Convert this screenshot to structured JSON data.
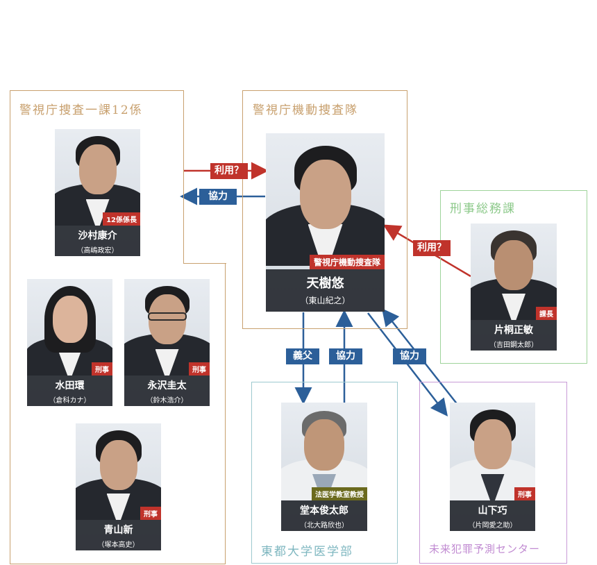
{
  "groups": {
    "tokyo_12": "警視庁捜査一課12係",
    "mobile_unit": "警視庁機動捜査隊",
    "general_affairs": "刑事総務課",
    "university": "東都大学医学部",
    "crime_center": "未来犯罪予測センター"
  },
  "characters": {
    "amagi": {
      "role": "警視庁機動捜査隊",
      "name": "天樹悠",
      "actor": "（東山紀之）"
    },
    "sawamura": {
      "role": "12係係長",
      "name": "沙村康介",
      "actor": "（高嶋政宏）"
    },
    "mizuta": {
      "role": "刑事",
      "name": "水田環",
      "actor": "（倉科カナ）"
    },
    "nagasawa": {
      "role": "刑事",
      "name": "永沢圭太",
      "actor": "（鈴木浩介）"
    },
    "aoyama": {
      "role": "刑事",
      "name": "青山新",
      "actor": "（塚本高史）"
    },
    "katagiri": {
      "role": "課長",
      "name": "片桐正敏",
      "actor": "（吉田鋼太郎）"
    },
    "domoto": {
      "role": "法医学教室教授",
      "name": "堂本俊太郎",
      "actor": "（北大路欣也）"
    },
    "yamashita": {
      "role": "刑事",
      "name": "山下巧",
      "actor": "（片岡愛之助）"
    }
  },
  "relations": {
    "to_amagi_from_12": "利用？",
    "to_12_from_amagi": "協力",
    "to_amagi_from_katagiri": "利用？",
    "amagi_to_domoto": "義父",
    "domoto_to_amagi": "協力",
    "amagi_yamashita": "協力"
  },
  "colors": {
    "red": "#c0332b",
    "blue": "#2c5f99",
    "olive": "#6b6a1e",
    "tan_border": "#c8a06e",
    "green_border": "#9ed39a",
    "teal_border": "#9cc9cf",
    "purple_border": "#c89ad6"
  }
}
